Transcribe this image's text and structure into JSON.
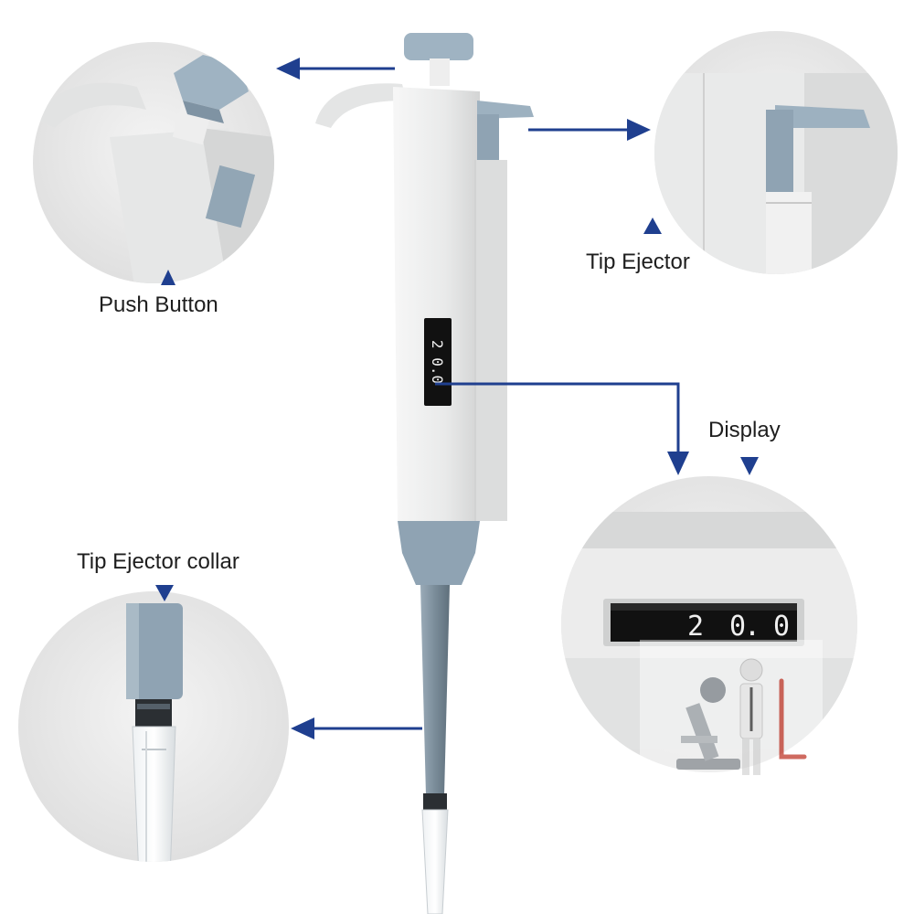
{
  "callouts": {
    "push_button": "Push Button",
    "tip_ejector": "Tip Ejector",
    "display": "Display",
    "tip_ejector_collar": "Tip Ejector collar"
  },
  "display_reading": {
    "digit_1": "2",
    "digit_2": "0",
    "digit_3": "0"
  },
  "colors": {
    "body": "#eceded",
    "body_shade": "#d9dada",
    "accent_blue_grey": "#8fa3b3",
    "shaft": "#7a8c99",
    "arrow": "#1f3f8f",
    "display_bg": "#111111"
  }
}
